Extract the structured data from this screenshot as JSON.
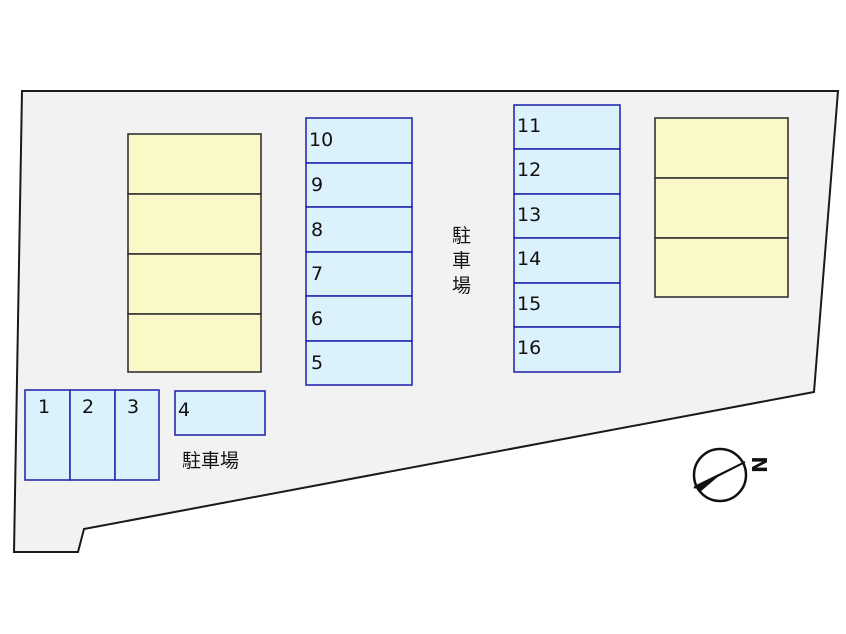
{
  "colors": {
    "lot_fill": "#f2f2f2",
    "lot_border": "#1a1a1a",
    "slot_fill": "#dbf1fb",
    "slot_border": "#2a2ab0",
    "building_fill": "#fbf8c8",
    "building_border": "#333333"
  },
  "parking_label": "駐車場",
  "parking_label_vertical": [
    "駐",
    "車",
    "場"
  ],
  "north_symbol": {
    "icon": "north-arrow-icon",
    "letter": "N"
  },
  "slots": [
    {
      "id": "1",
      "label": "1"
    },
    {
      "id": "2",
      "label": "2"
    },
    {
      "id": "3",
      "label": "3"
    },
    {
      "id": "4",
      "label": "4"
    },
    {
      "id": "5",
      "label": "5"
    },
    {
      "id": "6",
      "label": "6"
    },
    {
      "id": "7",
      "label": "7"
    },
    {
      "id": "8",
      "label": "8"
    },
    {
      "id": "9",
      "label": "9"
    },
    {
      "id": "10",
      "label": "10"
    },
    {
      "id": "11",
      "label": "11"
    },
    {
      "id": "12",
      "label": "12"
    },
    {
      "id": "13",
      "label": "13"
    },
    {
      "id": "14",
      "label": "14"
    },
    {
      "id": "15",
      "label": "15"
    },
    {
      "id": "16",
      "label": "16"
    }
  ],
  "buildings": [
    {
      "id": "building-left",
      "units": 4
    },
    {
      "id": "building-right",
      "units": 3
    }
  ]
}
